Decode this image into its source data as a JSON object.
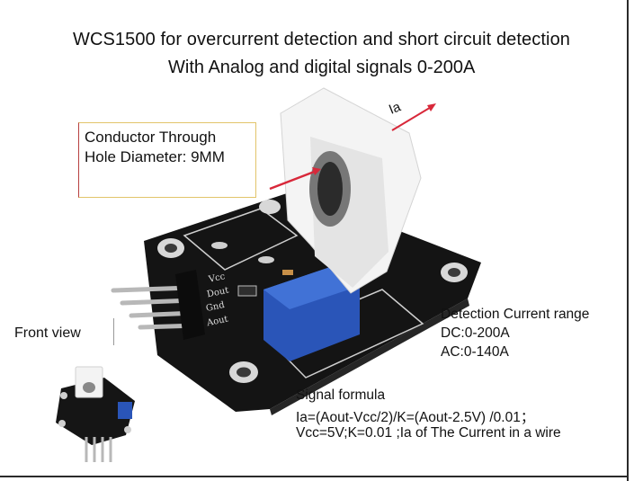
{
  "title_line1": "WCS1500 for overcurrent detection and short circuit  detection",
  "title_line2": "With Analog and digital signals  0-200A",
  "callout": {
    "line1": "Conductor Through",
    "line2": "Hole Diameter: 9MM"
  },
  "current_label": "Ia",
  "pins": [
    "Vcc",
    "Dout",
    "Gnd",
    "Aout"
  ],
  "detection": {
    "title": "Detection Current range",
    "dc": "DC:0-200A",
    "ac": "AC:0-140A"
  },
  "formula": {
    "title": "Signal formula",
    "line1": "Ia=(Aout-Vcc/2)/K=(Aout-2.5V) /0.01；",
    "line2": "Vcc=5V;K=0.01 ;Ia of The Current in a wire"
  },
  "front_view_label": "Front view",
  "colors": {
    "pcb": "#141414",
    "potentiometer": "#2a55b8",
    "sensor": "#f4f4f4",
    "arrow": "#d8283a"
  }
}
